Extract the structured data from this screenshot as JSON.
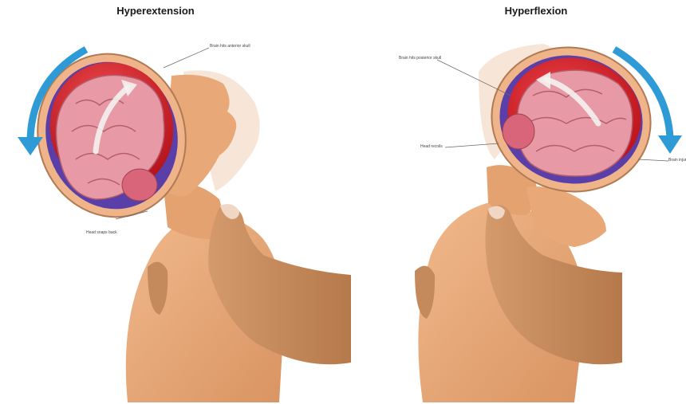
{
  "titles": {
    "left": "Hyperextension",
    "right": "Hyperflexion"
  },
  "callouts": {
    "brain_hits_anterior": "Brain hits anterior skull",
    "head_snaps_back": "Head snaps back",
    "brain_hits_posterior": "Brain hits posterior skull",
    "head_recoils": "Head recoils",
    "brain_injury": "Brain injury"
  },
  "colors": {
    "skin": "#e8a877",
    "skin_shadow": "#c98555",
    "hand": "#c48a5c",
    "brain": "#e79aa6",
    "bleed": "#d81e24",
    "skull_fluid": "#5b3fa8",
    "motion_arrow": "#2f9bd6"
  }
}
